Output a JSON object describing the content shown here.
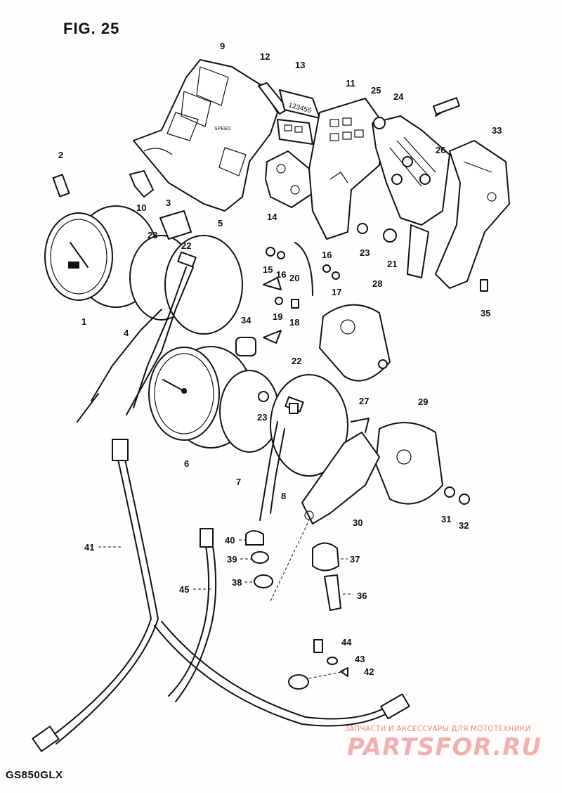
{
  "figure": {
    "title": "FIG. 25",
    "model": "GS850GLX"
  },
  "watermark": {
    "subtitle": "ЗАПЧАСТИ И АКСЕССУАРЫ ДЛЯ МОТОТЕХНИКИ",
    "logo": "PARTSFOR.RU"
  },
  "display_text": {
    "indicator": "123456"
  },
  "callouts": [
    "1",
    "2",
    "3",
    "4",
    "5",
    "6",
    "7",
    "8",
    "9",
    "10",
    "11",
    "12",
    "13",
    "14",
    "15",
    "16",
    "16",
    "17",
    "18",
    "19",
    "20",
    "21",
    "22",
    "22",
    "23",
    "23",
    "23",
    "24",
    "25",
    "26",
    "27",
    "28",
    "29",
    "30",
    "31",
    "32",
    "33",
    "34",
    "35",
    "36",
    "37",
    "38",
    "39",
    "40",
    "41",
    "42",
    "43",
    "44",
    "45"
  ]
}
